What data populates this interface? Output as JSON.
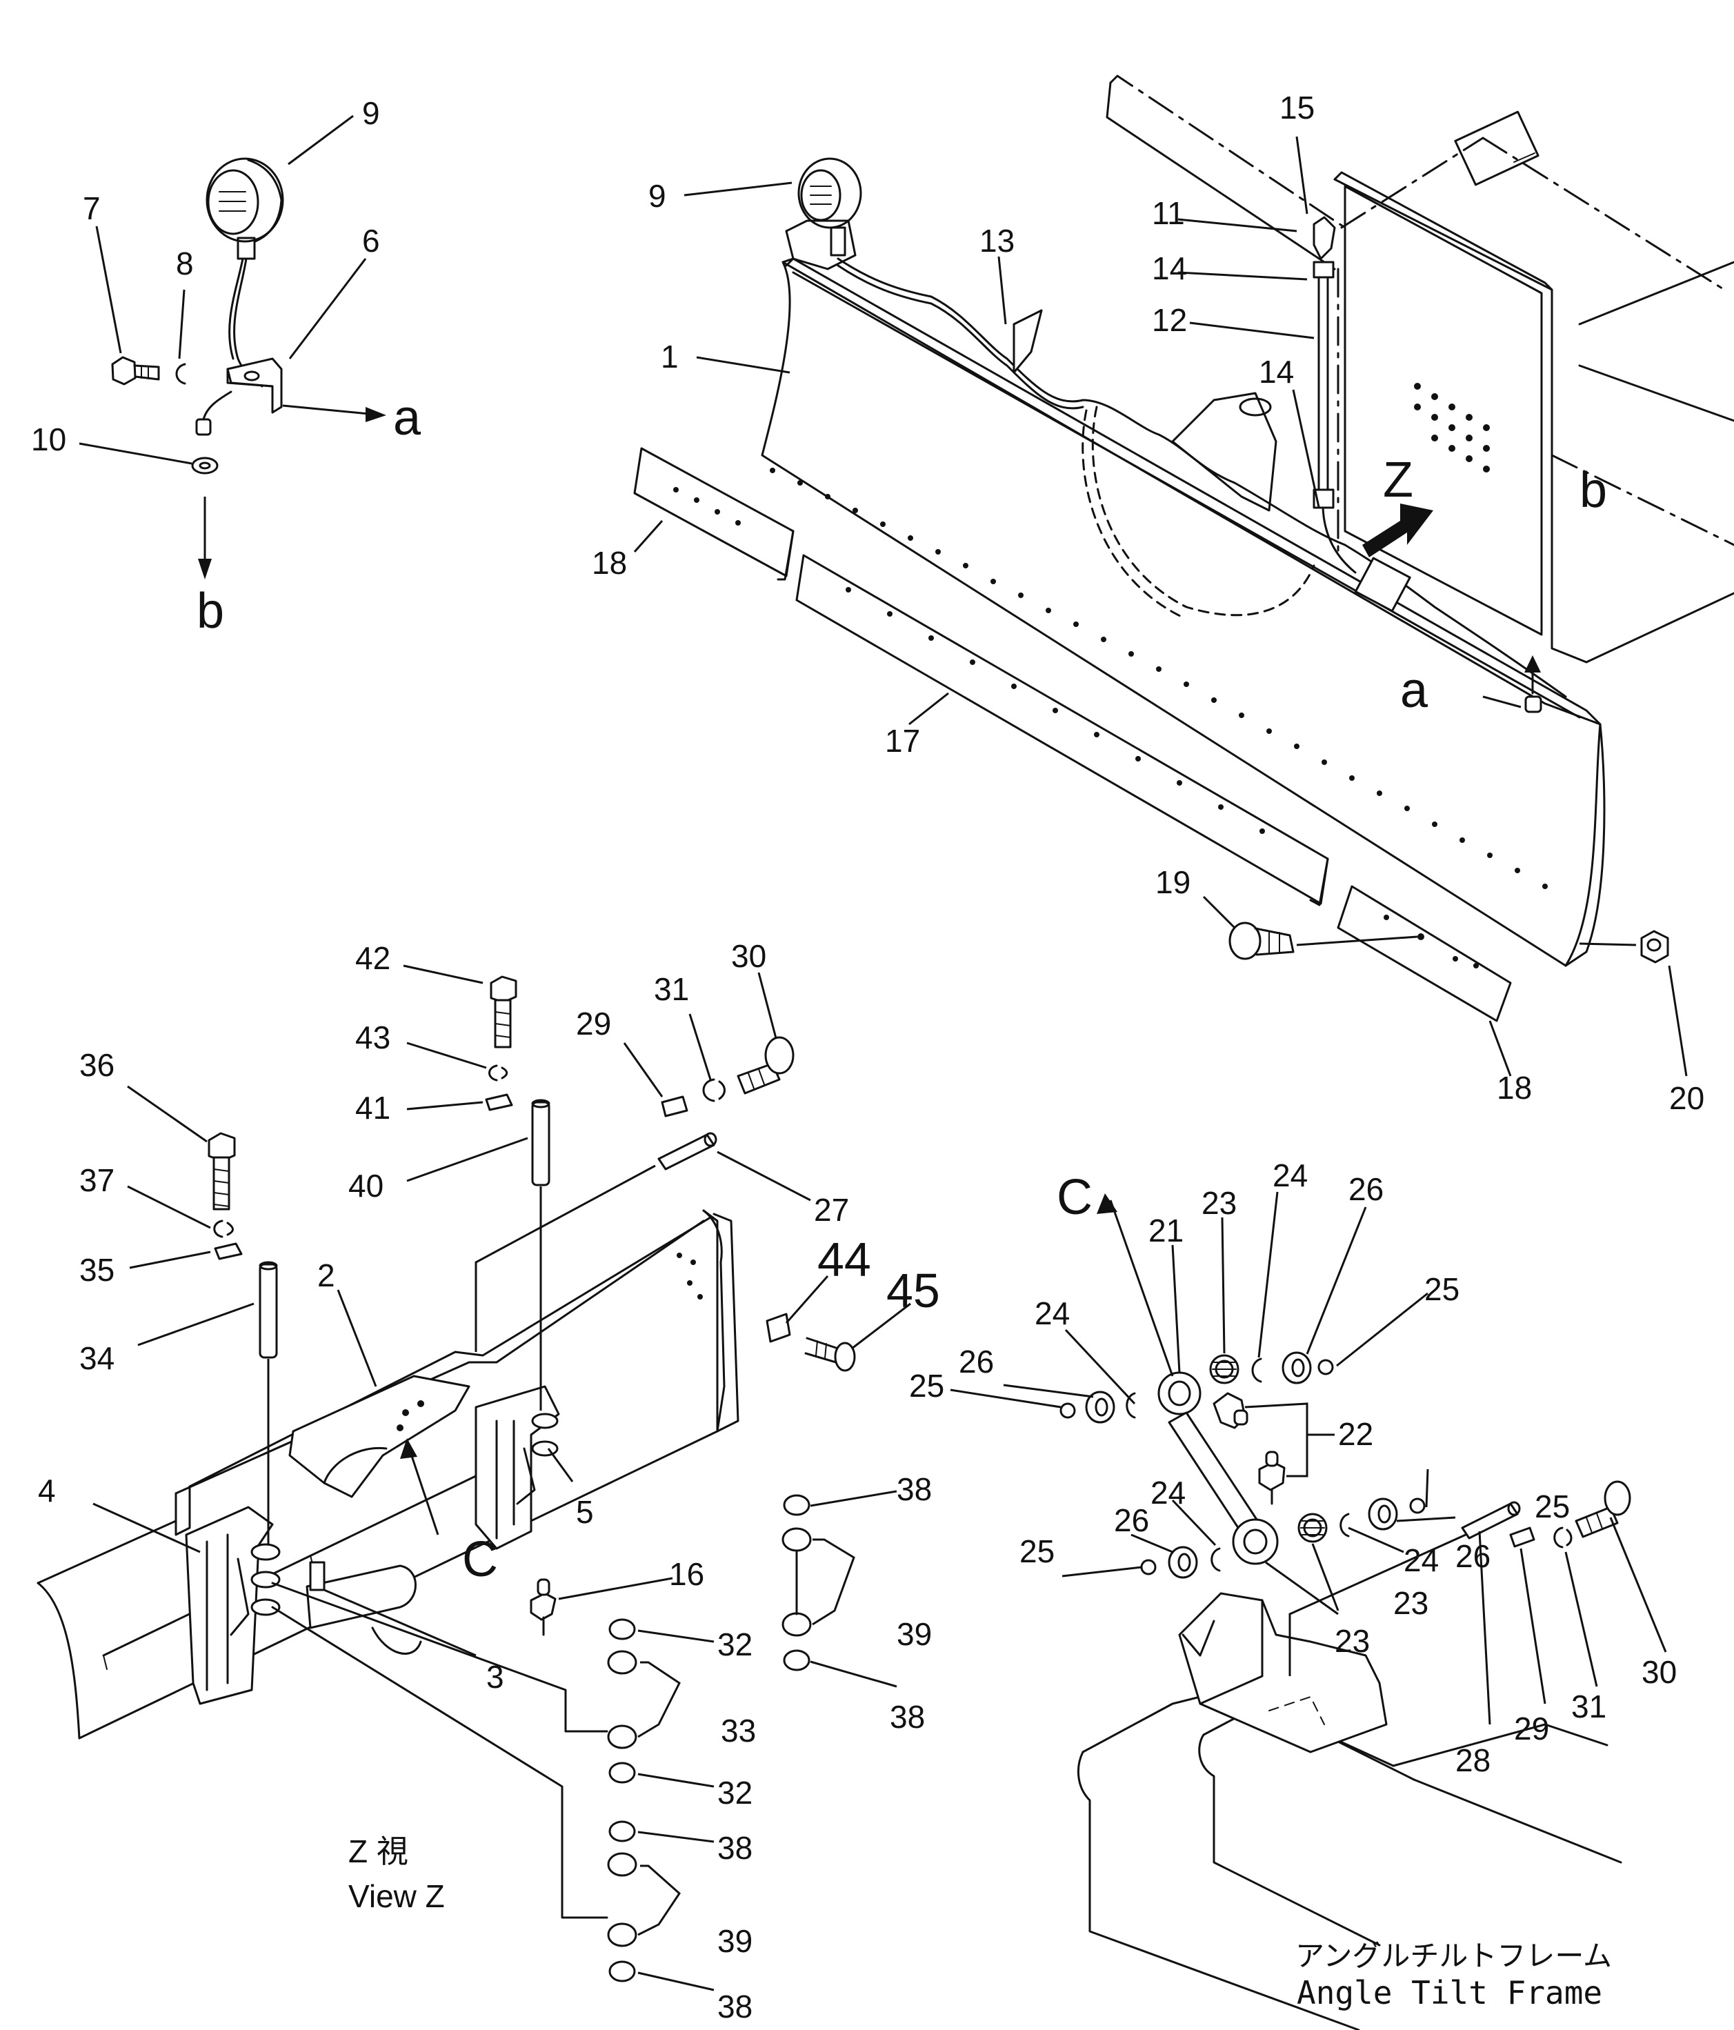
{
  "callouts": {
    "n1": "1",
    "n2": "2",
    "n3": "3",
    "n4": "4",
    "n5": "5",
    "n6": "6",
    "n7": "7",
    "n8": "8",
    "n9a": "9",
    "n9b": "9",
    "n10": "10",
    "n11": "11",
    "n12": "12",
    "n13": "13",
    "n14a": "14",
    "n14b": "14",
    "n15": "15",
    "n16": "16",
    "n17": "17",
    "n18a": "18",
    "n18b": "18",
    "n19": "19",
    "n20": "20",
    "n21": "21",
    "n22": "22",
    "n23a": "23",
    "n23b": "23",
    "n23c": "23",
    "n24a": "24",
    "n24b": "24",
    "n24c": "24",
    "n24d": "24",
    "n25a": "25",
    "n25b": "25",
    "n25c": "25",
    "n25d": "25",
    "n26a": "26",
    "n26b": "26",
    "n26c": "26",
    "n26d": "26",
    "n27": "27",
    "n28": "28",
    "n29a": "29",
    "n29b": "29",
    "n30a": "30",
    "n30b": "30",
    "n31a": "31",
    "n31b": "31",
    "n32a": "32",
    "n32b": "32",
    "n33": "33",
    "n34": "34",
    "n35": "35",
    "n36": "36",
    "n37": "37",
    "n38a": "38",
    "n38b": "38",
    "n38c": "38",
    "n38d": "38",
    "n39a": "39",
    "n39b": "39",
    "n40": "40",
    "n41": "41",
    "n42": "42",
    "n43": "43",
    "n44": "44",
    "n45": "45"
  },
  "references": {
    "a_top": "a",
    "b_top": "b",
    "a_main": "a",
    "b_main": "b",
    "z_main": "Z",
    "c_view": "C",
    "c_link": "C"
  },
  "captions": {
    "view_z_jp": "Z 視",
    "view_z_en": "View Z",
    "frame_jp": "アングルチルトフレーム",
    "frame_en": "Angle Tilt Frame"
  },
  "icons": {
    "pointer_arrow": "solid-arrow-icon",
    "lamp": "work-lamp-icon"
  }
}
